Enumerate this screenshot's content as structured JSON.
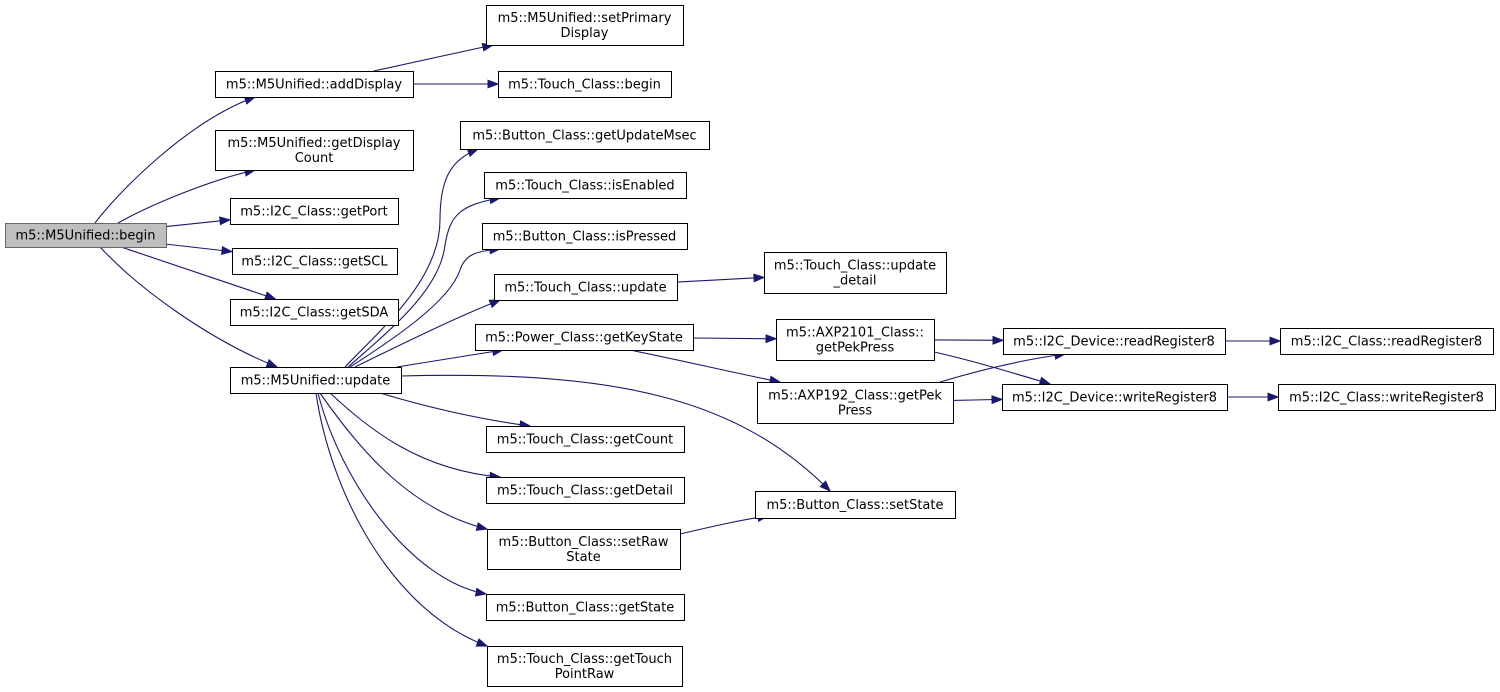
{
  "diagram": {
    "kind": "call-graph",
    "colors": {
      "edge": "#191970",
      "node_border": "#000000",
      "root_fill": "#bfbfbf",
      "root_border": "#666666"
    },
    "nodes": [
      {
        "id": "begin",
        "lines": [
          "m5::M5Unified::begin"
        ],
        "root": true
      },
      {
        "id": "addDisplay",
        "lines": [
          "m5::M5Unified::addDisplay"
        ]
      },
      {
        "id": "setPrimaryDisplay",
        "lines": [
          "m5::M5Unified::setPrimary",
          "Display"
        ]
      },
      {
        "id": "touchBegin",
        "lines": [
          "m5::Touch_Class::begin"
        ]
      },
      {
        "id": "getDisplayCount",
        "lines": [
          "m5::M5Unified::getDisplay",
          "Count"
        ]
      },
      {
        "id": "getPort",
        "lines": [
          "m5::I2C_Class::getPort"
        ]
      },
      {
        "id": "getSCL",
        "lines": [
          "m5::I2C_Class::getSCL"
        ]
      },
      {
        "id": "getSDA",
        "lines": [
          "m5::I2C_Class::getSDA"
        ]
      },
      {
        "id": "update",
        "lines": [
          "m5::M5Unified::update"
        ]
      },
      {
        "id": "getUpdateMsec",
        "lines": [
          "m5::Button_Class::getUpdateMsec"
        ]
      },
      {
        "id": "isEnabled",
        "lines": [
          "m5::Touch_Class::isEnabled"
        ]
      },
      {
        "id": "isPressed",
        "lines": [
          "m5::Button_Class::isPressed"
        ]
      },
      {
        "id": "touchUpdate",
        "lines": [
          "m5::Touch_Class::update"
        ]
      },
      {
        "id": "updateDetail",
        "lines": [
          "m5::Touch_Class::update",
          "_detail"
        ]
      },
      {
        "id": "getKeyState",
        "lines": [
          "m5::Power_Class::getKeyState"
        ]
      },
      {
        "id": "axp2101GetPekPress",
        "lines": [
          "m5::AXP2101_Class::",
          "getPekPress"
        ]
      },
      {
        "id": "axp192GetPekPress",
        "lines": [
          "m5::AXP192_Class::getPek",
          "Press"
        ]
      },
      {
        "id": "readRegister8Dev",
        "lines": [
          "m5::I2C_Device::readRegister8"
        ]
      },
      {
        "id": "writeRegister8Dev",
        "lines": [
          "m5::I2C_Device::writeRegister8"
        ]
      },
      {
        "id": "readRegister8Cls",
        "lines": [
          "m5::I2C_Class::readRegister8"
        ]
      },
      {
        "id": "writeRegister8Cls",
        "lines": [
          "m5::I2C_Class::writeRegister8"
        ]
      },
      {
        "id": "getCount",
        "lines": [
          "m5::Touch_Class::getCount"
        ]
      },
      {
        "id": "getDetail",
        "lines": [
          "m5::Touch_Class::getDetail"
        ]
      },
      {
        "id": "setState",
        "lines": [
          "m5::Button_Class::setState"
        ]
      },
      {
        "id": "setRawState",
        "lines": [
          "m5::Button_Class::setRaw",
          "State"
        ]
      },
      {
        "id": "getState",
        "lines": [
          "m5::Button_Class::getState"
        ]
      },
      {
        "id": "getTouchPointRaw",
        "lines": [
          "m5::Touch_Class::getTouch",
          "PointRaw"
        ]
      }
    ],
    "edges": [
      {
        "from": "begin",
        "to": "addDisplay"
      },
      {
        "from": "begin",
        "to": "getDisplayCount"
      },
      {
        "from": "begin",
        "to": "getPort"
      },
      {
        "from": "begin",
        "to": "getSCL"
      },
      {
        "from": "begin",
        "to": "getSDA"
      },
      {
        "from": "begin",
        "to": "update"
      },
      {
        "from": "addDisplay",
        "to": "setPrimaryDisplay"
      },
      {
        "from": "addDisplay",
        "to": "touchBegin"
      },
      {
        "from": "update",
        "to": "getUpdateMsec"
      },
      {
        "from": "update",
        "to": "isEnabled"
      },
      {
        "from": "update",
        "to": "isPressed"
      },
      {
        "from": "update",
        "to": "touchUpdate"
      },
      {
        "from": "update",
        "to": "getKeyState"
      },
      {
        "from": "update",
        "to": "setState"
      },
      {
        "from": "update",
        "to": "getCount"
      },
      {
        "from": "update",
        "to": "getDetail"
      },
      {
        "from": "update",
        "to": "setRawState"
      },
      {
        "from": "update",
        "to": "getState"
      },
      {
        "from": "update",
        "to": "getTouchPointRaw"
      },
      {
        "from": "touchUpdate",
        "to": "updateDetail"
      },
      {
        "from": "getKeyState",
        "to": "axp2101GetPekPress"
      },
      {
        "from": "getKeyState",
        "to": "axp192GetPekPress"
      },
      {
        "from": "axp2101GetPekPress",
        "to": "readRegister8Dev"
      },
      {
        "from": "axp2101GetPekPress",
        "to": "writeRegister8Dev"
      },
      {
        "from": "axp192GetPekPress",
        "to": "readRegister8Dev"
      },
      {
        "from": "axp192GetPekPress",
        "to": "writeRegister8Dev"
      },
      {
        "from": "readRegister8Dev",
        "to": "readRegister8Cls"
      },
      {
        "from": "writeRegister8Dev",
        "to": "writeRegister8Cls"
      },
      {
        "from": "setRawState",
        "to": "setState"
      }
    ]
  }
}
